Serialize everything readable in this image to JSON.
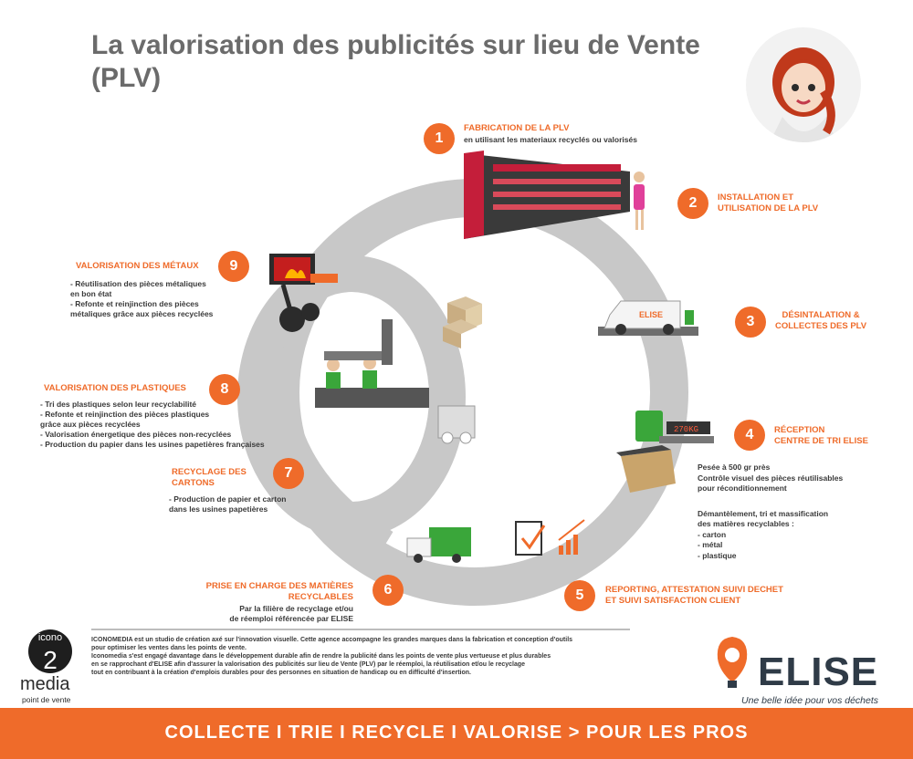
{
  "title": "La valorisation des publicités sur lieu de Vente (PLV)",
  "colors": {
    "accent": "#ef6b2a",
    "ring": "#c8c8c8",
    "text": "#3a3a3a",
    "title": "#6b6b6b"
  },
  "steps": [
    {
      "num": "1",
      "title": [
        "FABRICATION DE LA PLV"
      ],
      "text": [
        "en utilisant les materiaux recyclés ou valorisés"
      ]
    },
    {
      "num": "2",
      "title": [
        "INSTALLATION ET",
        "UTILISATION DE LA PLV"
      ],
      "text": []
    },
    {
      "num": "3",
      "title": [
        "DÉSINTALATION &",
        "COLLECTES DES PLV"
      ],
      "text": []
    },
    {
      "num": "4",
      "title": [
        "RÉCEPTION",
        "CENTRE DE TRI ELISE"
      ],
      "text": [
        "Pesée à 500 gr près",
        "Contrôle visuel des pièces réutilisables",
        "pour réconditionnement",
        "",
        "Démantèlement, tri et massification",
        "des matières recyclables :",
        "- carton",
        "- métal",
        "- plastique"
      ]
    },
    {
      "num": "5",
      "title": [
        "REPORTING, ATTESTATION SUIVI DECHET",
        "ET SUIVI SATISFACTION CLIENT"
      ],
      "text": []
    },
    {
      "num": "6",
      "title": [
        "PRISE EN CHARGE DES MATIÈRES",
        "RECYCLABLES"
      ],
      "text": [
        "Par la filière de recyclage et/ou",
        "de réemploi référencée par ELISE"
      ]
    },
    {
      "num": "7",
      "title": [
        "RECYCLAGE DES",
        "CARTONS"
      ],
      "text": [
        "- Production de papier et carton",
        "dans les usines papetières"
      ]
    },
    {
      "num": "8",
      "title": [
        "VALORISATION DES PLASTIQUES"
      ],
      "text": [
        "- Tri des plastiques selon leur recyclabilité",
        "- Refonte et reinjinction des pièces plastiques",
        "grâce aux pièces recyclées",
        "- Valorisation énergetique des pièces non-recyclées",
        "- Production du papier dans les usines papetières françaises"
      ]
    },
    {
      "num": "9",
      "title": [
        "VALORISATION DES MÉTAUX"
      ],
      "text": [
        "- Réutilisation des pièces métaliques",
        "en bon état",
        "- Refonte et reinjinction des pièces",
        "métaliques grâce aux pièces recyclées"
      ]
    }
  ],
  "truck_label": "ELISE",
  "scale_display": "270KG",
  "footer_note": [
    "ICONOMEDIA est un studio de création axé sur l'innovation visuelle. Cette agence accompagne les grandes marques dans la fabrication et conception d'outils",
    "pour optimiser les ventes dans les points de vente.",
    "Iconomedia s'est engagé davantage dans le développement durable afin de rendre la publicité dans les points de vente plus vertueuse et plus durables",
    "en se rapprochant d'ELISE afin d'assurer la valorisation des publicités sur lieu de Vente (PLV) par le réemploi, la réutilisation et/ou le recyclage",
    "tout en contribuant à la création d'emplois durables pour des personnes en situation de handicap ou en difficulté d'insertion."
  ],
  "icono": {
    "top": "icono",
    "digit": "2",
    "media": "media",
    "sub": "point de vente"
  },
  "elise": {
    "name": "ELISE",
    "tagline": "Une belle idée pour vos déchets"
  },
  "bottom_bar": "COLLECTE  I  TRIE  I  RECYCLE  I  VALORISE   > POUR LES PROS"
}
